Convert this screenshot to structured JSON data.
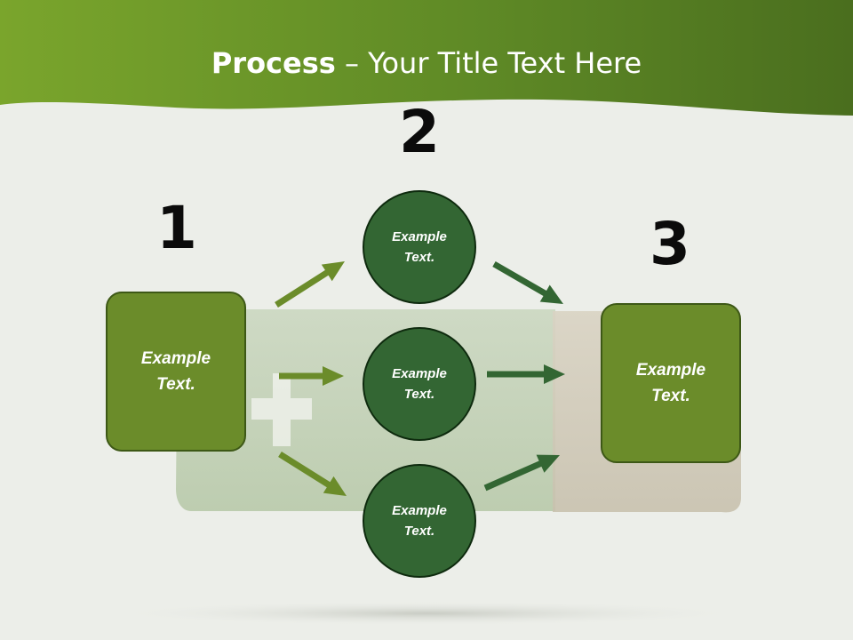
{
  "title": {
    "bold": "Process",
    "rest": " – Your Title Text Here"
  },
  "steps": [
    {
      "number": "1",
      "text": "Example\nText."
    },
    {
      "number": "2",
      "text": "Example\nText."
    },
    {
      "number": "3",
      "text": "Example\nText."
    }
  ],
  "circles": [
    {
      "text": "Example\nText."
    },
    {
      "text": "Example\nText."
    },
    {
      "text": "Example\nText."
    }
  ],
  "colors": {
    "header_green": "#6a9a2a",
    "box_green": "#6b8c2a",
    "circle_green": "#336633",
    "arrow_light": "#6b8c2a",
    "arrow_dark": "#336633"
  }
}
